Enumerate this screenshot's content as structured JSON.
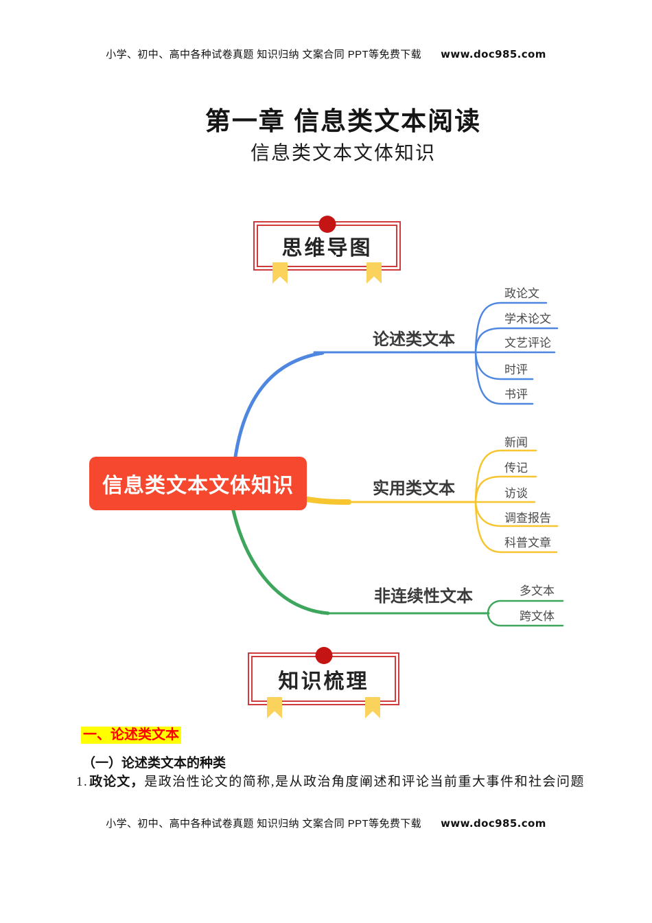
{
  "page": {
    "header_text": "小学、初中、高中各种试卷真题  知识归纳  文案合同  PPT等免费下载",
    "header_site": "www.doc985.com",
    "footer_text": "小学、初中、高中各种试卷真题  知识归纳  文案合同  PPT等免费下载",
    "footer_site": "www.doc985.com"
  },
  "titles": {
    "chapter": "第一章 信息类文本阅读",
    "subtitle": "信息类文本文体知识"
  },
  "badges": {
    "mindmap_label": "思维导图",
    "knowledge_label": "知识梳理"
  },
  "mindmap": {
    "root_label": "信息类文本文体知识",
    "root_color": "#F5482E",
    "branches": [
      {
        "label": "论述类文本",
        "color": "#4E86E0",
        "children": [
          "政论文",
          "学术论文",
          "文艺评论",
          "时评",
          "书评"
        ]
      },
      {
        "label": "实用类文本",
        "color": "#F6C52F",
        "children": [
          "新闻",
          "传记",
          "访谈",
          "调查报告",
          "科普文章"
        ]
      },
      {
        "label": "非连续性文本",
        "color": "#3EA65C",
        "children": [
          "多文本",
          "跨文体"
        ]
      }
    ]
  },
  "content": {
    "section_heading": "一、论述类文本",
    "subsection_heading": "（一）论述类文本的种类",
    "item_number": "1.",
    "item_term": "政论文，",
    "item_body": "是政治性论文的简称,是从政治角度阐述和评论当前重大事件和社会问题"
  },
  "colors": {
    "highlight_bg": "#FFFF00",
    "highlight_text": "#FE0000",
    "badge_border": "#CF3B3B",
    "badge_dot": "#C41414",
    "ribbon_yellow": "#FBD35C"
  }
}
